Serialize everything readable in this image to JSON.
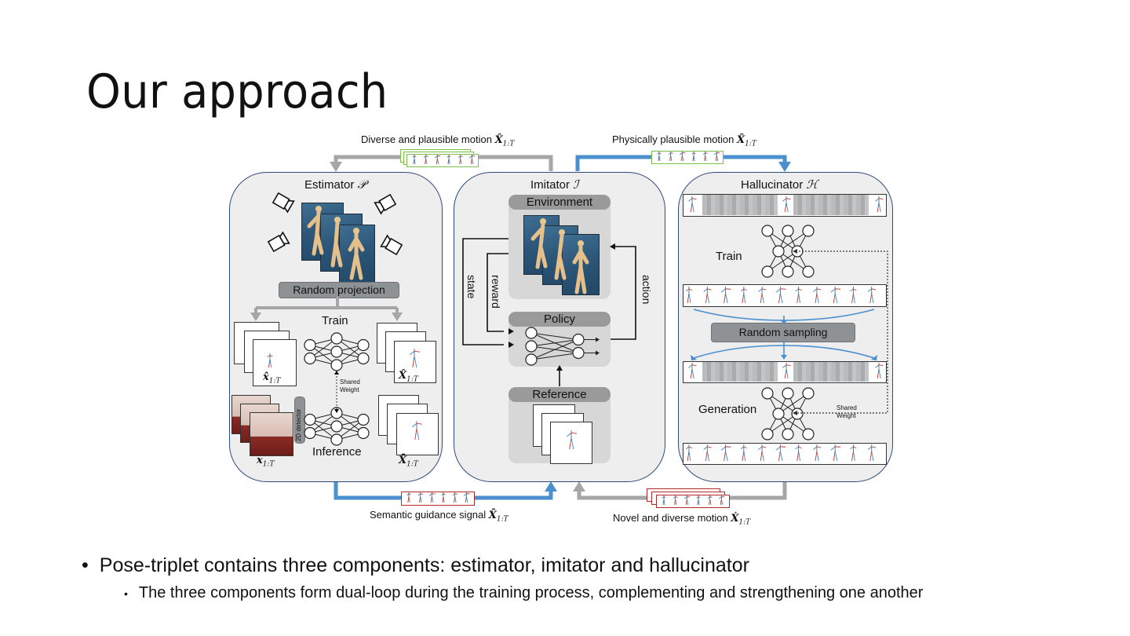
{
  "slide": {
    "title": "Our approach",
    "bullets": [
      "Pose-triplet contains three components: estimator, imitator and hallucinator"
    ],
    "sub_bullets": [
      "The three components form dual-loop during the training process, complementing and strengthening one another"
    ],
    "bullet_glyph": "•"
  },
  "figure": {
    "flows": {
      "top_left": {
        "text": "Diverse and plausible motion",
        "symbol": "X̂",
        "subscript": "1:T",
        "color": "#a6a6a6",
        "frame_color": "#7bbf4a"
      },
      "top_right": {
        "text": "Physically plausible motion",
        "symbol": "X̃",
        "subscript": "1:T",
        "color": "#4a8fce",
        "frame_color": "#7bbf4a"
      },
      "bottom_left": {
        "text": "Semantic guidance signal",
        "symbol": "X̄",
        "subscript": "1:T",
        "color": "#4a8fce",
        "frame_color": "#b22a2a"
      },
      "bottom_right": {
        "text": "Novel and diverse motion",
        "symbol": "Ẋ",
        "subscript": "1:T",
        "color": "#a6a6a6",
        "frame_color": "#b22a2a"
      }
    },
    "estimator": {
      "title": "Estimator",
      "symbol": "𝒫",
      "random_projection": "Random projection",
      "train_label": "Train",
      "inference_label": "Inference",
      "shared_weight": [
        "Shared",
        "Weight"
      ],
      "detector_label": "2D detector",
      "labels": {
        "x_hat": {
          "symbol": "x̂",
          "subscript": "1:T"
        },
        "X_hat": {
          "symbol": "X̂",
          "subscript": "1:T"
        },
        "x": {
          "symbol": "x",
          "subscript": "1:T"
        },
        "X_bar": {
          "symbol": "X̄",
          "subscript": "1:T"
        }
      }
    },
    "imitator": {
      "title": "Imitator",
      "symbol": "ℐ",
      "environment": "Environment",
      "policy": "Policy",
      "reference": "Reference",
      "state": "state",
      "reward": "reward",
      "action": "action"
    },
    "hallucinator": {
      "title": "Hallucinator",
      "symbol": "ℋ",
      "train_label": "Train",
      "random_sampling": "Random sampling",
      "generation_label": "Generation",
      "shared_weight": [
        "Shared",
        "Weight"
      ]
    },
    "colors": {
      "panel_border": "#2f4a7a",
      "panel_fill": "#eeeeee",
      "blue_flow": "#4a8fce",
      "gray_flow": "#a6a6a6",
      "skeleton_red": "#c0392b",
      "skeleton_blue": "#3a86c8"
    }
  }
}
